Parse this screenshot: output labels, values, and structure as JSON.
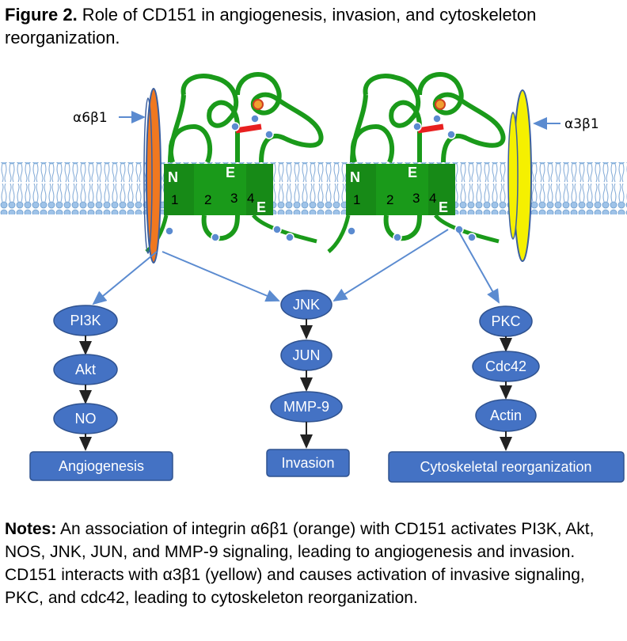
{
  "caption": {
    "label": "Figure 2.",
    "text": " Role of CD151 in angiogenesis, invasion, and cytoskeleton reorganization."
  },
  "integrins": {
    "left": {
      "label": "α6β1",
      "color": "#f07820"
    },
    "right": {
      "label": "α3β1",
      "color": "#f5f000"
    }
  },
  "tetraspanin": {
    "color": "#1a9a1a",
    "left_markers": {
      "n": "N",
      "e_top": "E",
      "e_bottom": "E",
      "domains": [
        "1",
        "2",
        "3",
        "4"
      ]
    },
    "right_markers": {
      "n": "N",
      "e_top": "E",
      "e_bottom": "E",
      "domains": [
        "1",
        "2",
        "3",
        "4"
      ]
    }
  },
  "pathways": {
    "left": {
      "nodes": [
        "PI3K",
        "Akt",
        "NO"
      ],
      "outcome": "Angiogenesis"
    },
    "middle": {
      "nodes": [
        "JNK",
        "JUN",
        "MMP-9"
      ],
      "outcome": "Invasion"
    },
    "right": {
      "nodes": [
        "PKC",
        "Cdc42",
        "Actin"
      ],
      "outcome": "Cytoskeletal reorganization"
    }
  },
  "colors": {
    "node_fill": "#4472c4",
    "node_stroke": "#2f528f",
    "arrow": "#5b8bd0"
  },
  "notes": {
    "label": "Notes:",
    "text": " An association of integrin α6β1 (orange) with CD151 activates PI3K, Akt, NOS, JNK, JUN, and MMP-9 signaling, leading to angiogenesis and invasion. CD151 interacts with α3β1 (yellow) and causes activation of invasive signaling, PKC, and cdc42, leading to cytoskeleton reorganization."
  }
}
